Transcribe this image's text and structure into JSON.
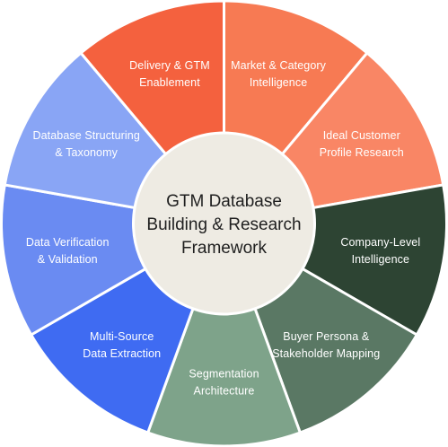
{
  "center": {
    "title_lines": [
      "GTM Database",
      "Building & Research",
      "Framework"
    ],
    "fill": "#EEEBE3"
  },
  "segments": [
    {
      "label_lines": [
        "Market & Category",
        "Intelligence"
      ],
      "color": "#F77A53"
    },
    {
      "label_lines": [
        "Ideal Customer",
        "Profile Research"
      ],
      "color": "#F98665"
    },
    {
      "label_lines": [
        "Company-Level",
        "Intelligence"
      ],
      "color": "#2D4433"
    },
    {
      "label_lines": [
        "Buyer Persona &",
        "Stakeholder Mapping"
      ],
      "color": "#5A7864"
    },
    {
      "label_lines": [
        "Segmentation",
        "Architecture"
      ],
      "color": "#7EA38A"
    },
    {
      "label_lines": [
        "Multi-Source",
        "Data Extraction"
      ],
      "color": "#3F6BF2"
    },
    {
      "label_lines": [
        "Data Verification",
        "& Validation"
      ],
      "color": "#6A8BF2"
    },
    {
      "label_lines": [
        "Database Structuring",
        "& Taxonomy"
      ],
      "color": "#89A5F5"
    },
    {
      "label_lines": [
        "Delivery & GTM",
        "Enablement"
      ],
      "color": "#F4613E"
    }
  ]
}
